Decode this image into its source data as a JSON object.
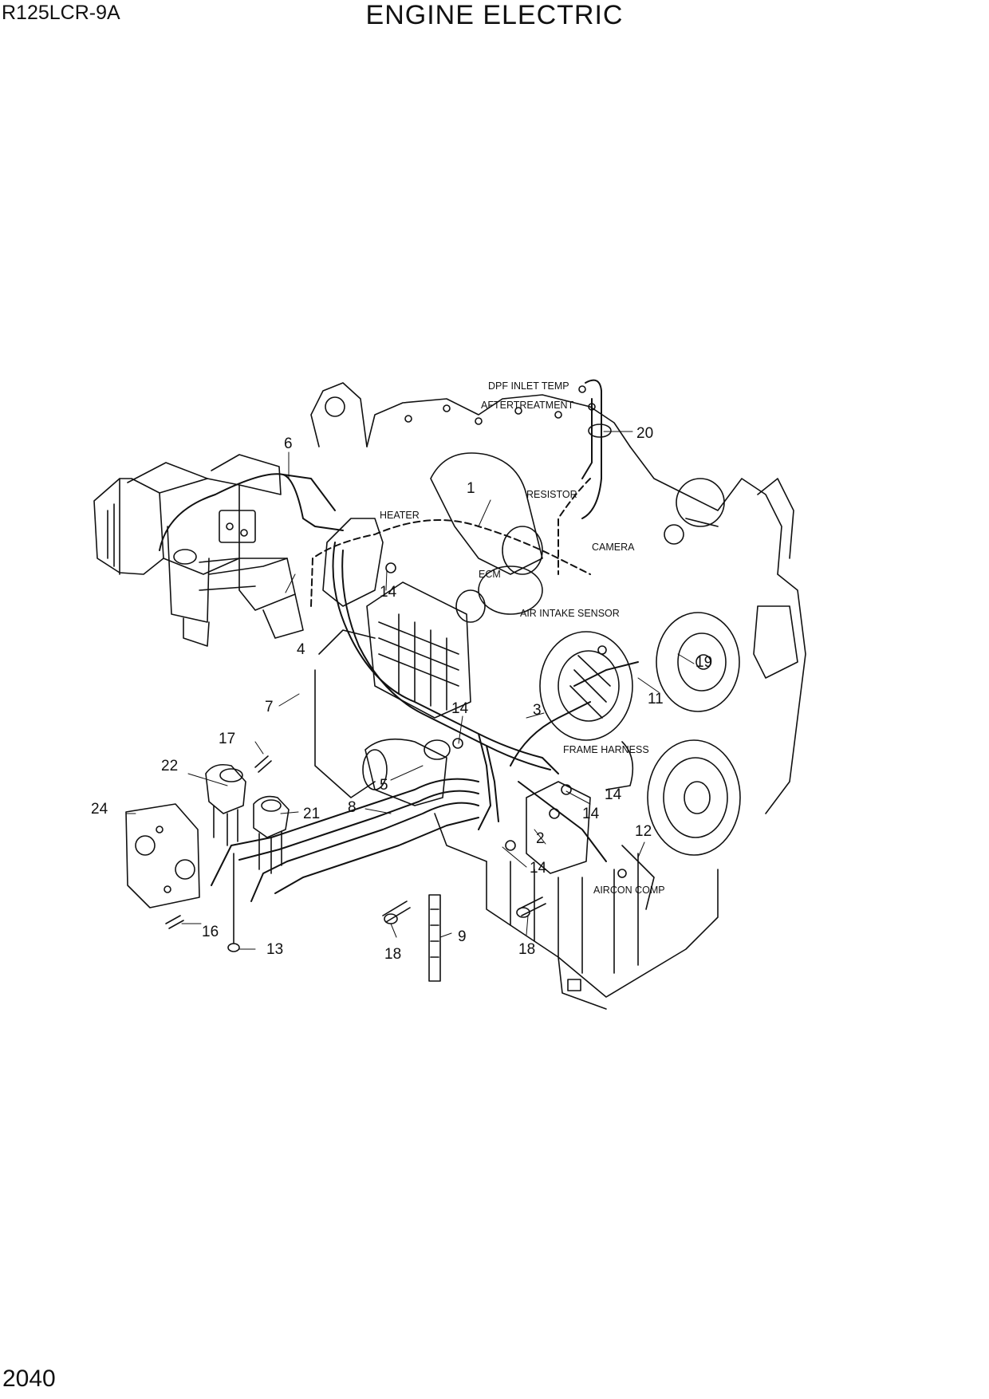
{
  "header": {
    "model": "R125LCR-9A",
    "title": "ENGINE ELECTRIC"
  },
  "footer": {
    "page_number": "2040"
  },
  "component_labels": {
    "dpf_inlet_temp": "DPF INLET TEMP",
    "aftertreatment": "AFTERTREATMENT",
    "resistor": "RESISTOR",
    "heater": "HEATER",
    "camera": "CAMERA",
    "ecm": "ECM",
    "air_intake_sensor": "AIR INTAKE SENSOR",
    "frame_harness": "FRAME HARNESS",
    "aircon_comp": "AIRCON COMP"
  },
  "callouts": {
    "c1": "1",
    "c2": "2",
    "c3": "3",
    "c4": "4",
    "c5": "5",
    "c6": "6",
    "c7": "7",
    "c8": "8",
    "c9": "9",
    "c11": "11",
    "c12": "12",
    "c13": "13",
    "c14a": "14",
    "c14b": "14",
    "c14c": "14",
    "c14d": "14",
    "c14e": "14",
    "c16": "16",
    "c17": "17",
    "c18a": "18",
    "c18b": "18",
    "c19": "19",
    "c20": "20",
    "c21": "21",
    "c22": "22",
    "c24": "24"
  }
}
